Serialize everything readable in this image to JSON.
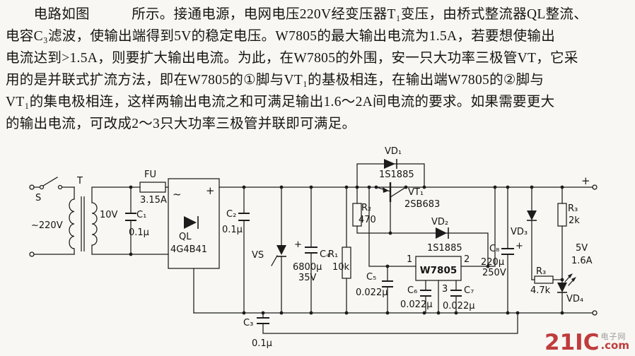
{
  "paragraph": {
    "lines": [
      "　　电路如图　　　所示。接通电源，电网电压220V经变压器T₁变压，由桥式整流器QL整流、",
      "电容C₃滤波，使输出端得到5V的稳定电压。W7805的最大输出电流为1.5A，若要想使输出",
      "电流达到>1.5A，则要扩大输出电流。为此，在W7805的外围，安一只大功率三极管VT，它采",
      "用的是并联式扩流方法，即在W7805的①脚与VT₁的基极相连，在输出端W7805的②脚与",
      "VT₁的集电极相连，这样两输出电流之和可满足输出1.6～2A间电流的要求。如果需要更大",
      "的输出电流，可改成2～3只大功率三极管并联即可满足。"
    ]
  },
  "schematic": {
    "switch_label": "S",
    "transformer_label": "T",
    "input_voltage": "~220V",
    "secondary_voltage": "10V",
    "c1": {
      "name": "C₁",
      "value": "0.1μ"
    },
    "fu": {
      "name": "FU",
      "value": "3.15A"
    },
    "bridge": {
      "tilde": "~",
      "plus": "+",
      "name": "QL",
      "model": "4G4B41"
    },
    "c2": {
      "name": "C₂",
      "value": "0.1μ"
    },
    "vs_label": "VS",
    "c4": {
      "plus": "+",
      "name": "C₄",
      "v1": "6800μ",
      "v2": "35V"
    },
    "r1": {
      "name": "R₁",
      "value": "10k"
    },
    "c5": {
      "name": "C₅",
      "value": "0.022μ"
    },
    "reg": {
      "name": "W7805",
      "pin1": "1",
      "pin2": "2",
      "pin3": "3"
    },
    "c6": {
      "name": "C₆",
      "value": "0.022μ"
    },
    "c7": {
      "name": "C₇",
      "value": "0.022μ"
    },
    "r2": {
      "name": "R₂",
      "value": "470"
    },
    "vd1": {
      "name": "VD₁",
      "model": "1S1885"
    },
    "vt1": {
      "name": "VT₁",
      "model": "2SB683"
    },
    "vd2": {
      "name": "VD₂",
      "model": "1S1885"
    },
    "c8": {
      "name": "C₈",
      "plus": "+",
      "v1": "220μ",
      "v2": "250V"
    },
    "vd3_label": "VD₃",
    "r3a": {
      "name": "R₃",
      "value": "2k"
    },
    "r3b": {
      "name": "R₃",
      "value": "4.7k"
    },
    "vd4_label": "VD₄",
    "out": {
      "plus": "+",
      "volts": "5V",
      "amps": "1.6A"
    },
    "c3": {
      "name": "C₃",
      "value": "0.1μ"
    }
  },
  "watermark": {
    "brand": "21IC",
    "cn": "电子网",
    "suffix": ".com"
  }
}
